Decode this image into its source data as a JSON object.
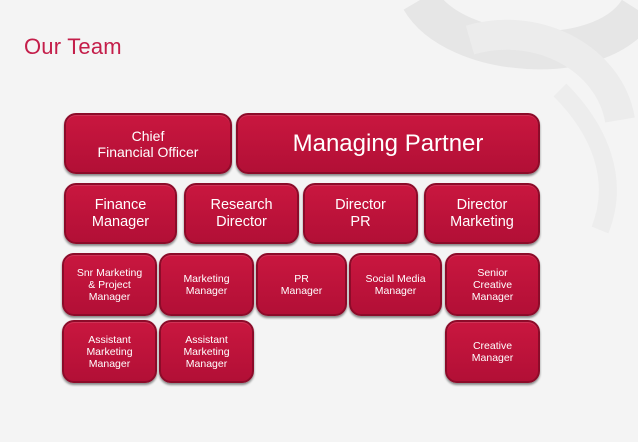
{
  "page": {
    "title": "Our Team"
  },
  "org": {
    "cfo": "Chief\nFinancial Officer",
    "managing_partner": "Managing Partner",
    "finance_manager": "Finance\nManager",
    "research_director": "Research\nDirector",
    "director_pr": "Director\nPR",
    "director_marketing": "Director\nMarketing",
    "snr_marketing_project_manager": "Snr Marketing\n& Project\nManager",
    "marketing_manager": "Marketing\nManager",
    "pr_manager": "PR\nManager",
    "social_media_manager": "Social Media\nManager",
    "senior_creative_manager": "Senior\nCreative\nManager",
    "assistant_marketing_manager_1": "Assistant\nMarketing\nManager",
    "assistant_marketing_manager_2": "Assistant\nMarketing\nManager",
    "creative_manager": "Creative\nManager"
  },
  "colors": {
    "accent": "#c41e4a",
    "box": "#be1239",
    "box_border": "#8c0b29",
    "background": "#f4f4f4"
  }
}
